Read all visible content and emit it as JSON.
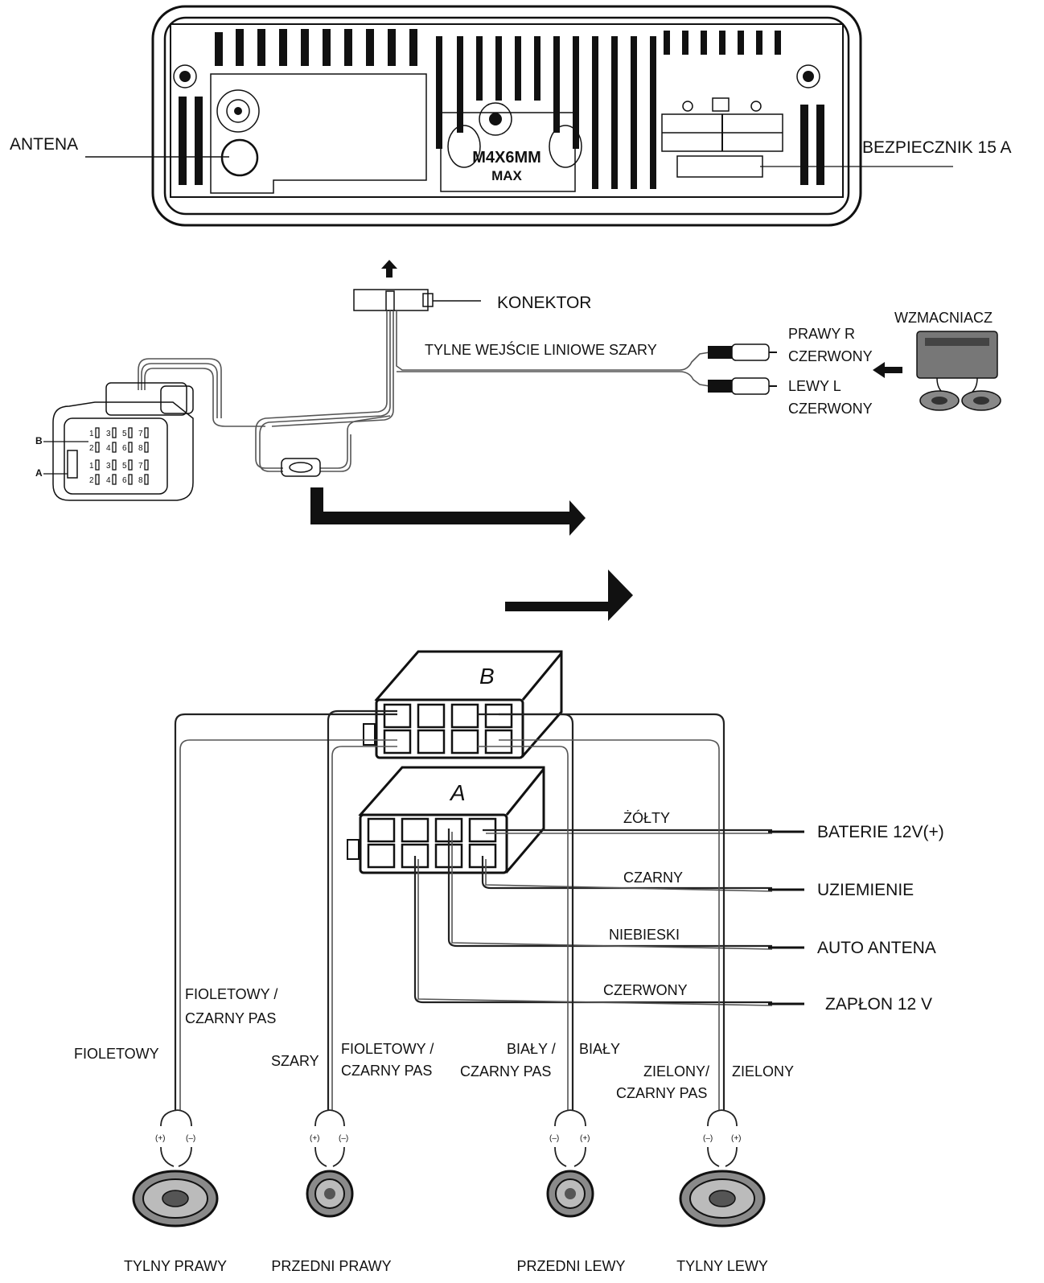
{
  "head_unit": {
    "antenna_label": "ANTENA",
    "fuse_label": "BEZPIECZNIK 15 A",
    "screw_label_line1": "M4X6MM",
    "screw_label_line2": "MAX"
  },
  "harness": {
    "connector_label": "KONEKTOR",
    "line_in_label": "TYLNE WEJŚCIE LINIOWE  SZARY",
    "right_label": "PRAWY  R",
    "right_color": "CZERWONY",
    "left_label": "LEWY  L",
    "left_color": "CZERWONY",
    "amplifier_label": "WZMACNIACZ",
    "socket_row_b": "B",
    "socket_row_a": "A",
    "pins_top": [
      "1",
      "3",
      "5",
      "7"
    ],
    "pins_bottom": [
      "2",
      "4",
      "6",
      "8"
    ]
  },
  "iso_connectors": {
    "block_b": "B",
    "block_a": "A"
  },
  "power_wires": [
    {
      "color": "ŻÓŁTY",
      "function": "BATERIE 12V(+)"
    },
    {
      "color": "CZARNY",
      "function": "UZIEMIENIE"
    },
    {
      "color": "NIEBIESKI",
      "function": "AUTO ANTENA"
    },
    {
      "color": "CZERWONY",
      "function": "ZAPŁON 12 V"
    }
  ],
  "speaker_wires": {
    "rear_right_neg": "FIOLETOWY /",
    "rear_right_neg_2": "CZARNY PAS",
    "rear_right_pos": "FIOLETOWY",
    "front_right_pos": "SZARY",
    "front_right_neg": "FIOLETOWY /",
    "front_right_neg_2": "CZARNY PAS",
    "front_left_neg": "BIAŁY /",
    "front_left_neg_2": "CZARNY PAS",
    "front_left_pos": "BIAŁY",
    "rear_left_neg": "ZIELONY/",
    "rear_left_neg_2": "CZARNY PAS",
    "rear_left_pos": "ZIELONY"
  },
  "polarity": {
    "plus": "(+)",
    "minus": "(–)"
  },
  "speakers": [
    {
      "name": "TYLNY PRAWY"
    },
    {
      "name": "PRZEDNI PRAWY"
    },
    {
      "name": "PRZEDNI LEWY"
    },
    {
      "name": "TYLNY LEWY"
    }
  ]
}
